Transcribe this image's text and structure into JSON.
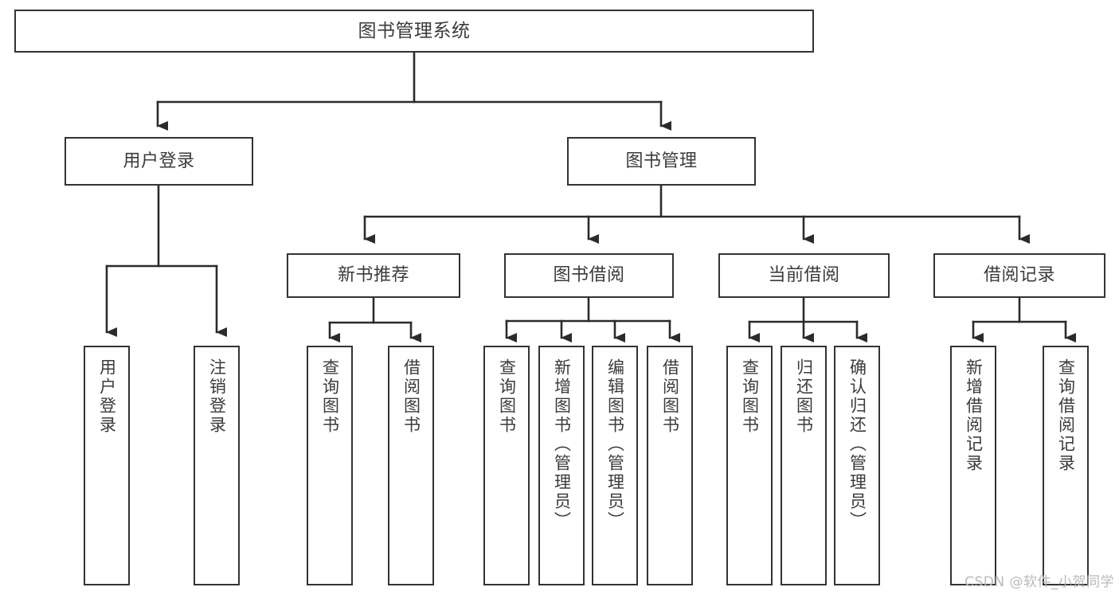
{
  "diagram": {
    "title": "图书管理系统",
    "type": "tree-hierarchy-chart",
    "colors": {
      "box_border": "#333333",
      "box_fill": "#ffffff",
      "text": "#3b3b3b",
      "edge": "#2b2b2b",
      "watermark": "#b9b9b9"
    }
  },
  "root": {
    "label": "图书管理系统"
  },
  "level1": [
    {
      "label": "用户登录"
    },
    {
      "label": "图书管理"
    }
  ],
  "level2": [
    {
      "label": "新书推荐"
    },
    {
      "label": "图书借阅"
    },
    {
      "label": "当前借阅"
    },
    {
      "label": "借阅记录"
    }
  ],
  "leaves": {
    "user_login": [
      {
        "label": "用户登录"
      },
      {
        "label": "注销登录"
      }
    ],
    "new_book_recommend": [
      {
        "label": "查询图书"
      },
      {
        "label": "借阅图书"
      }
    ],
    "book_borrow": [
      {
        "label": "查询图书"
      },
      {
        "label": "新增图书（管理员）"
      },
      {
        "label": "编辑图书（管理员）"
      },
      {
        "label": "借阅图书"
      }
    ],
    "current_borrow": [
      {
        "label": "查询图书"
      },
      {
        "label": "归还图书"
      },
      {
        "label": "确认归还（管理员）"
      }
    ],
    "borrow_record": [
      {
        "label": "新增借阅记录"
      },
      {
        "label": "查询借阅记录"
      }
    ]
  },
  "watermark": {
    "text": "CSDN @软件_小贺同学"
  }
}
